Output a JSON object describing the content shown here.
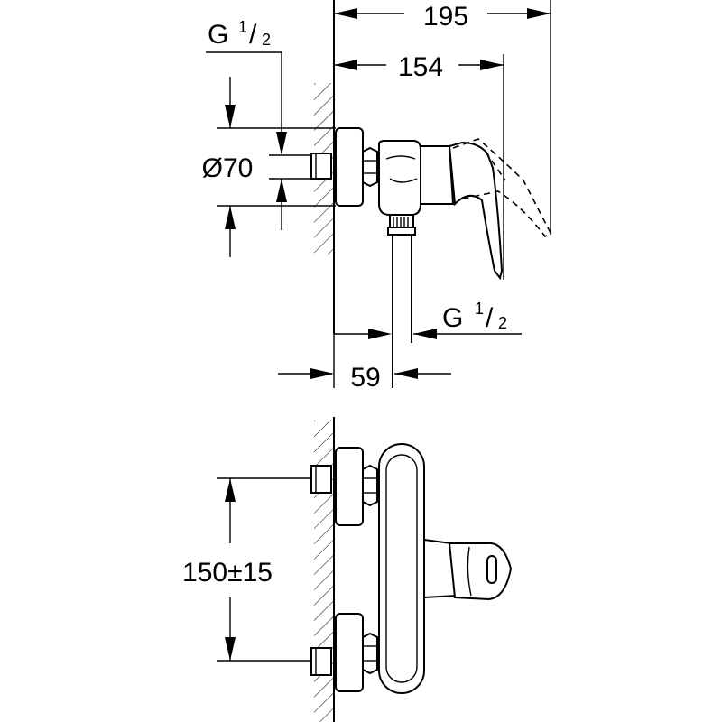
{
  "dimensions": {
    "overall_depth": "195",
    "handle_depth": "154",
    "thread_top": {
      "letter": "G",
      "numerator": "1",
      "slash": "/",
      "denominator": "2"
    },
    "escutcheon_diameter": "Ø70",
    "thread_outlet": {
      "letter": "G",
      "numerator": "1",
      "slash": "/",
      "denominator": "2"
    },
    "outlet_offset": "59",
    "inlet_spacing": "150±15"
  },
  "colors": {
    "line": "#000000",
    "background": "#ffffff"
  }
}
